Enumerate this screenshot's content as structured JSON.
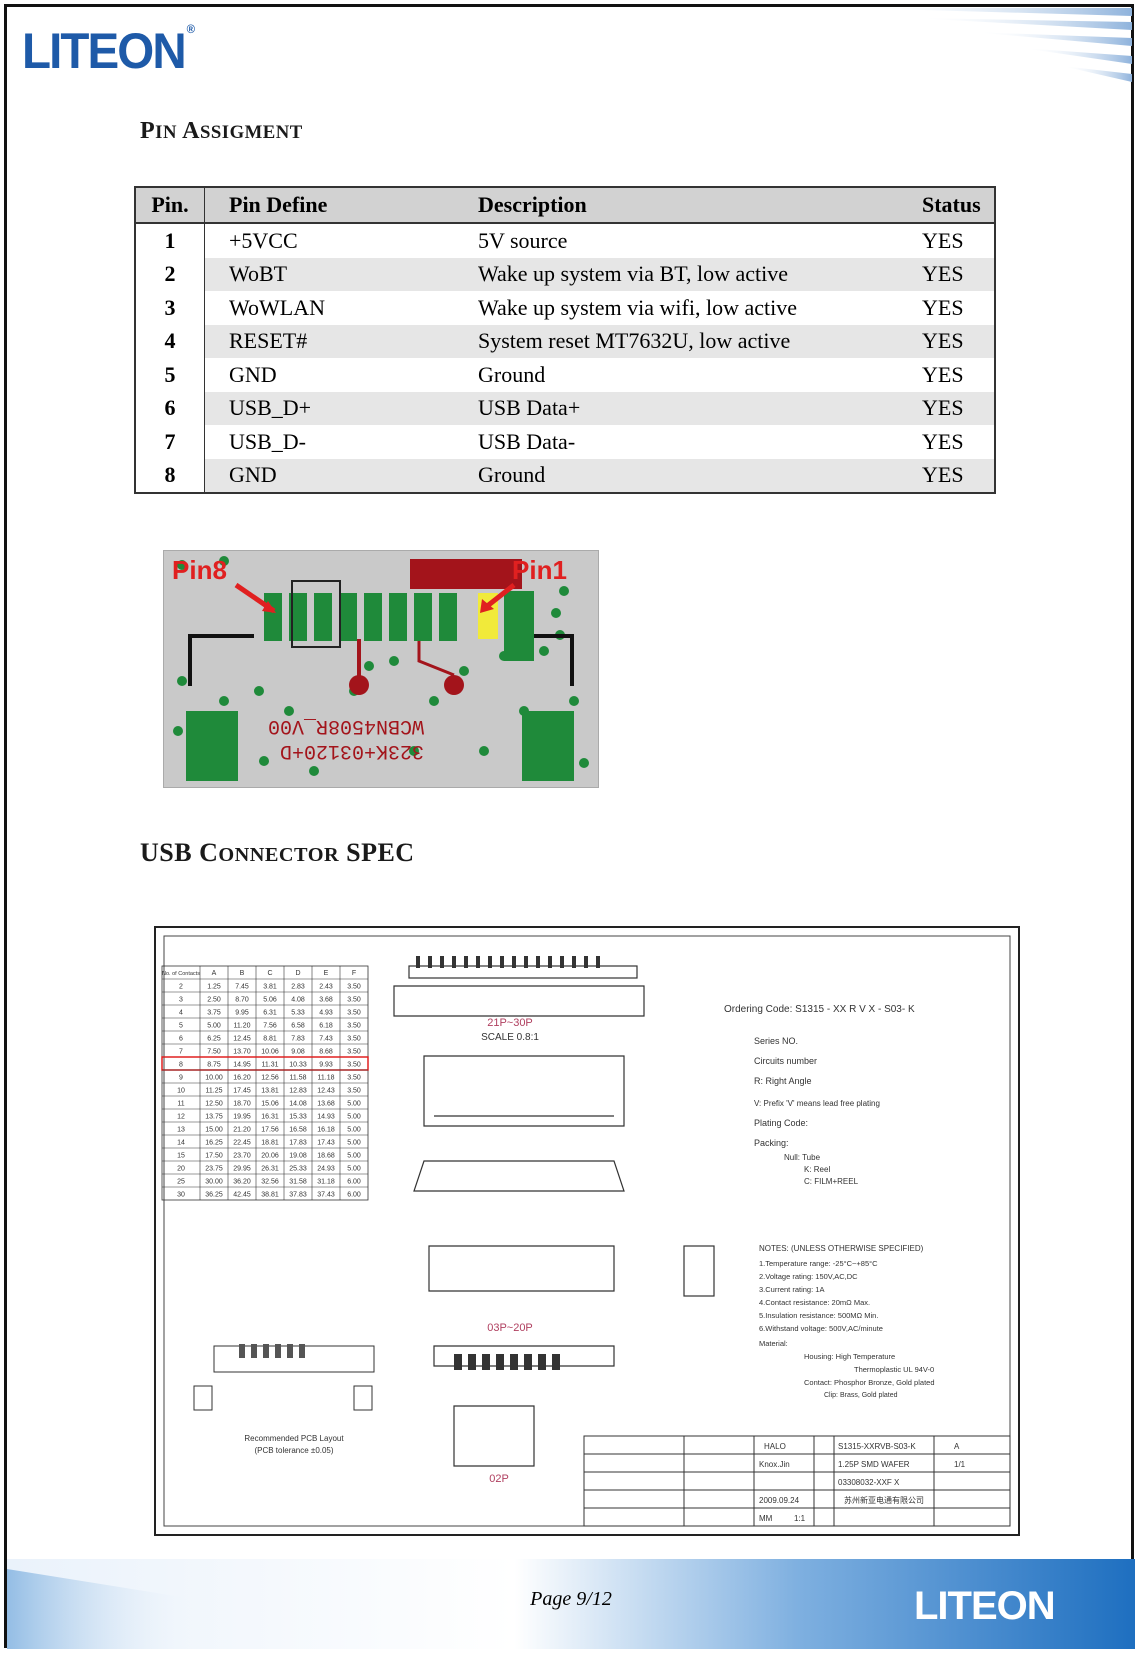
{
  "header": {
    "logo_text": "LITEON",
    "registered": "®"
  },
  "section1": {
    "title_p": "P",
    "title_in": "IN ",
    "title_a": "A",
    "title_rest": "SSIGMENT"
  },
  "table": {
    "headers": [
      "Pin.",
      "Pin Define",
      "Description",
      "Status"
    ],
    "rows": [
      {
        "pin": "1",
        "define": "+5VCC",
        "desc": "5V source",
        "status": "YES"
      },
      {
        "pin": "2",
        "define": "WoBT",
        "desc": "Wake up system via BT, low active",
        "status": "YES"
      },
      {
        "pin": "3",
        "define": "WoWLAN",
        "desc": "Wake up system via wifi, low active",
        "status": "YES"
      },
      {
        "pin": "4",
        "define": "RESET#",
        "desc": "System reset MT7632U, low active",
        "status": "YES"
      },
      {
        "pin": "5",
        "define": "GND",
        "desc": "Ground",
        "status": "YES"
      },
      {
        "pin": "6",
        "define": "USB_D+",
        "desc": "USB Data+",
        "status": "YES"
      },
      {
        "pin": "7",
        "define": "USB_D-",
        "desc": "USB Data-",
        "status": "YES"
      },
      {
        "pin": "8",
        "define": "GND",
        "desc": "Ground",
        "status": "YES"
      }
    ]
  },
  "pcb": {
    "label_pin8": "Pin8",
    "label_pin1": "Pin1",
    "silk1": "WCBN4508R_V00",
    "silk2": "323K+03120+D"
  },
  "section2": {
    "title_usb": "USB ",
    "title_c": "C",
    "title_onnector": "ONNECTOR",
    "title_spec": " SPEC"
  },
  "drawing": {
    "ordering_code": "Ordering Code:  S1315 - XX R  V  X - S03- K",
    "items": [
      "Series NO.",
      "Circuits number",
      "R: Right Angle",
      "V: Prefix 'V' means lead free plating",
      "Plating Code:",
      "Packing:"
    ],
    "packing": [
      "Null: Tube",
      "K: Reel",
      "C: FILM+REEL"
    ],
    "notes_title": "NOTES: (UNLESS OTHERWISE SPECIFIED)",
    "notes": [
      "1.Temperature range: -25°C~+85°C",
      "2.Voltage rating: 150V,AC,DC",
      "3.Current rating: 1A",
      "4.Contact resistance: 20mΩ Max.",
      "5.Insulation resistance: 500MΩ Min.",
      "6.Withstand voltage: 500V,AC/minute"
    ],
    "material": [
      "Material:",
      "Housing: High Temperature",
      "Thermoplastic UL 94V-0",
      "Contact: Phosphor Bronze, Gold plated",
      "Clip: Brass, Gold plated"
    ],
    "scale_label": "21P~30P",
    "scale_text": "SCALE 0.8:1",
    "label_03p": "03P~20P",
    "label_02p": "02P",
    "pcb_layout": "Recommended PCB Layout",
    "pcb_tol": "(PCB tolerance ±0.05)",
    "title_block": {
      "halo": "HALO",
      "part": "S1315-XXRVB-S03-K",
      "title": "1.25P SMD WAFER",
      "drawn": "Knox.Jin",
      "date": "2009.09.24",
      "cust": "03308032-XXF X",
      "units": "MM",
      "scale": "1:1",
      "rev": "A",
      "sheet": "1/1",
      "company": "苏州新亚电通有限公司"
    },
    "dim_table": {
      "headers": [
        "No. of Contacts",
        "A",
        "B",
        "C",
        "D",
        "E",
        "F"
      ],
      "rows": [
        [
          "2",
          "1.25",
          "7.45",
          "3.81",
          "2.83",
          "2.43",
          "3.50"
        ],
        [
          "3",
          "2.50",
          "8.70",
          "5.06",
          "4.08",
          "3.68",
          "3.50"
        ],
        [
          "4",
          "3.75",
          "9.95",
          "6.31",
          "5.33",
          "4.93",
          "3.50"
        ],
        [
          "5",
          "5.00",
          "11.20",
          "7.56",
          "6.58",
          "6.18",
          "3.50"
        ],
        [
          "6",
          "6.25",
          "12.45",
          "8.81",
          "7.83",
          "7.43",
          "3.50"
        ],
        [
          "7",
          "7.50",
          "13.70",
          "10.06",
          "9.08",
          "8.68",
          "3.50"
        ],
        [
          "8",
          "8.75",
          "14.95",
          "11.31",
          "10.33",
          "9.93",
          "3.50"
        ],
        [
          "9",
          "10.00",
          "16.20",
          "12.56",
          "11.58",
          "11.18",
          "3.50"
        ],
        [
          "10",
          "11.25",
          "17.45",
          "13.81",
          "12.83",
          "12.43",
          "3.50"
        ],
        [
          "11",
          "12.50",
          "18.70",
          "15.06",
          "14.08",
          "13.68",
          "5.00"
        ],
        [
          "12",
          "13.75",
          "19.95",
          "16.31",
          "15.33",
          "14.93",
          "5.00"
        ],
        [
          "13",
          "15.00",
          "21.20",
          "17.56",
          "16.58",
          "16.18",
          "5.00"
        ],
        [
          "14",
          "16.25",
          "22.45",
          "18.81",
          "17.83",
          "17.43",
          "5.00"
        ],
        [
          "15",
          "17.50",
          "23.70",
          "20.06",
          "19.08",
          "18.68",
          "5.00"
        ],
        [
          "20",
          "23.75",
          "29.95",
          "26.31",
          "25.33",
          "24.93",
          "5.00"
        ],
        [
          "25",
          "30.00",
          "36.20",
          "32.56",
          "31.58",
          "31.18",
          "6.00"
        ],
        [
          "30",
          "36.25",
          "42.45",
          "38.81",
          "37.83",
          "37.43",
          "6.00"
        ]
      ]
    }
  },
  "footer": {
    "page": "Page 9/12",
    "logo_text": "LITEON"
  },
  "colors": {
    "brand_blue": "#1e5aa8",
    "pcb_green": "#1f8a3a",
    "pcb_red": "#a3141b",
    "highlight_red": "#e02020"
  }
}
